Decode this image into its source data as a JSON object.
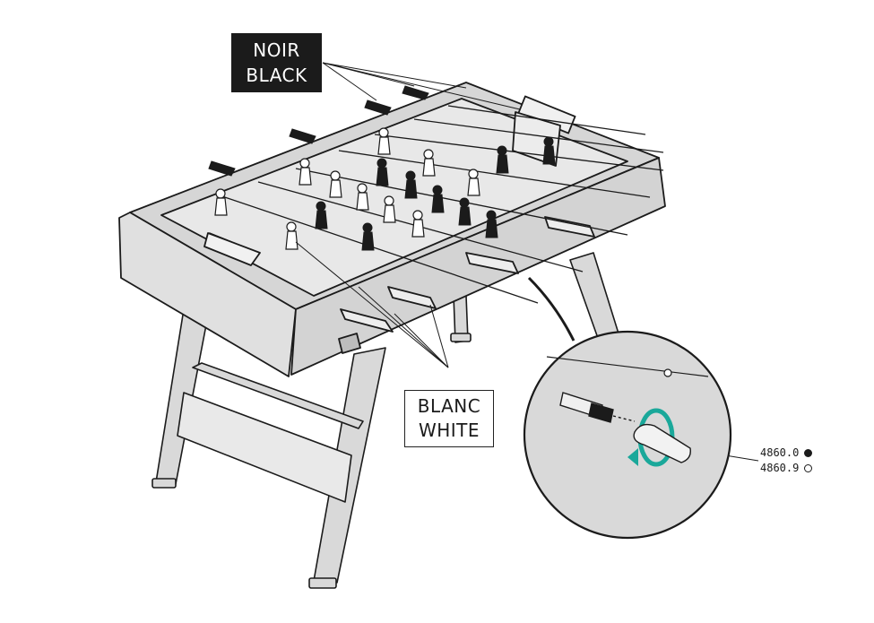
{
  "labels": {
    "black_callout": {
      "line1": "NOIR",
      "line2": "BLACK"
    },
    "white_callout": {
      "line1": "BLANC",
      "line2": "WHITE"
    }
  },
  "references": [
    {
      "code": "4860.0",
      "swatch": "black"
    },
    {
      "code": "4860.9",
      "swatch": "white"
    }
  ],
  "colors": {
    "line": "#1b1b1b",
    "table_fill": "#d9d9d9",
    "field_fill": "#e6e6e6",
    "accent_arrow": "#1aa89a",
    "black_player": "#1b1b1b",
    "white_player": "#ffffff"
  },
  "icons": [
    "rotate-arrow-icon",
    "black-dot-icon",
    "white-dot-icon"
  ]
}
